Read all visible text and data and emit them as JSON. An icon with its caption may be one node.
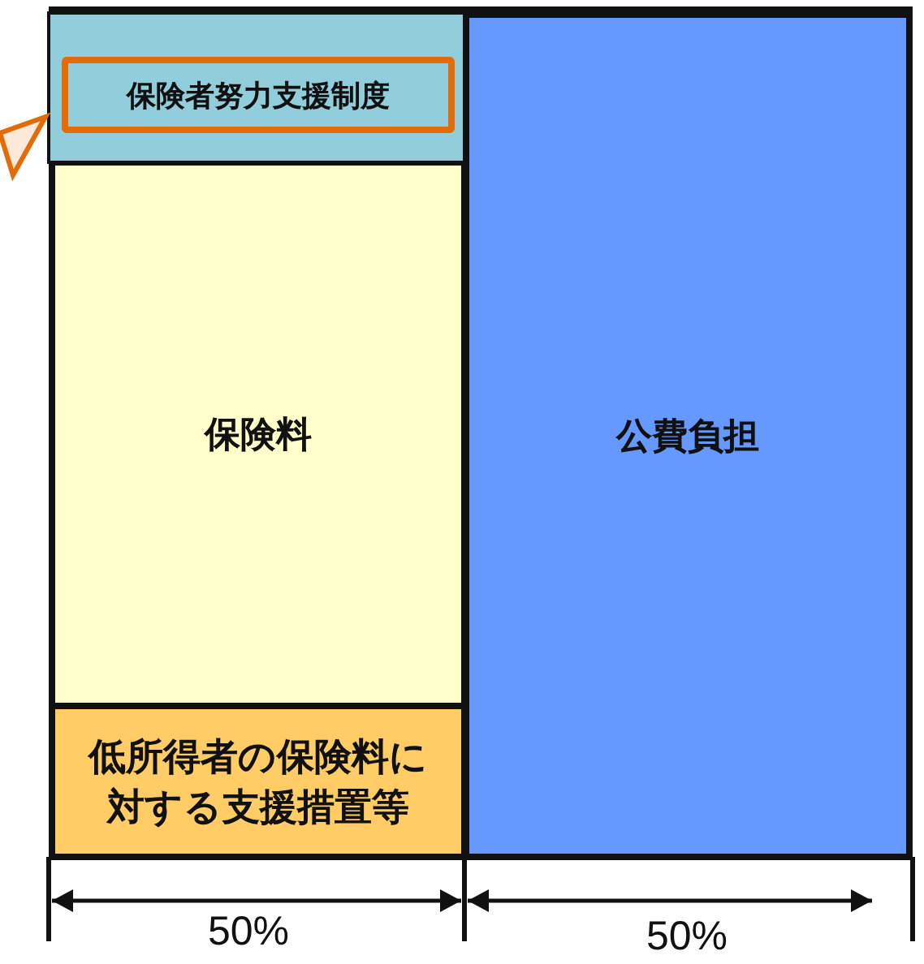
{
  "diagram": {
    "nodes": [
      {
        "text": [
          "保険者努力支援制度"
        ]
      },
      {
        "text": [
          "保険料"
        ]
      },
      {
        "text": [
          "低所得者の保険料に対する支援措置等"
        ]
      },
      {
        "text": [
          "公費負担"
        ]
      }
    ],
    "labels": [
      "50%",
      "50%"
    ]
  }
}
